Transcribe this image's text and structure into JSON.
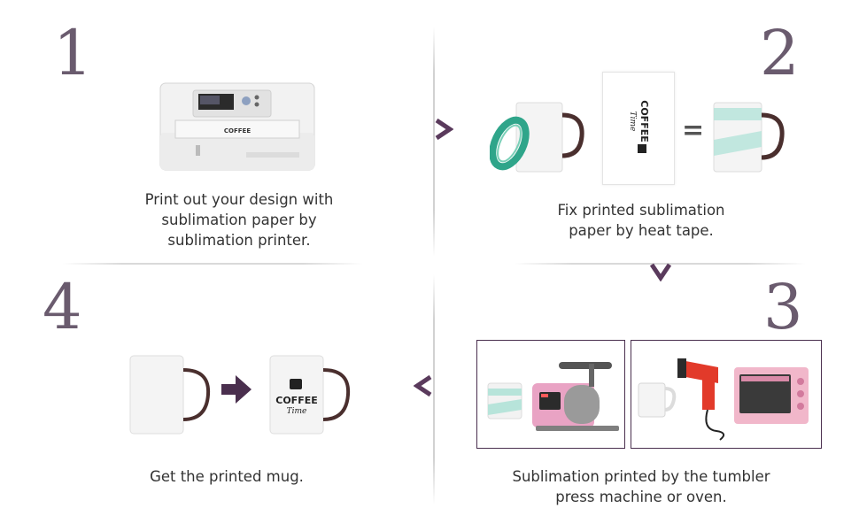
{
  "steps": [
    {
      "number": "1",
      "caption_lines": [
        "Print out your design with",
        "sublimation paper by",
        "sublimation printer."
      ]
    },
    {
      "number": "2",
      "caption_lines": [
        "Fix printed sublimation",
        "paper by heat tape."
      ]
    },
    {
      "number": "3",
      "caption_lines": [
        "Sublimation printed by the tumbler",
        "press machine or oven."
      ]
    },
    {
      "number": "4",
      "caption_lines": [
        "Get the printed mug."
      ]
    }
  ],
  "artwork": {
    "coffee_word": "COFFEE",
    "time_word": "Time",
    "equals_sign": "="
  },
  "colors": {
    "accent": "#5a3a5c",
    "numbers": "#6a5b6e",
    "tape_green": "#2fa58a",
    "press_pink": "#e9a3c4",
    "gun_red": "#e23a2a"
  }
}
